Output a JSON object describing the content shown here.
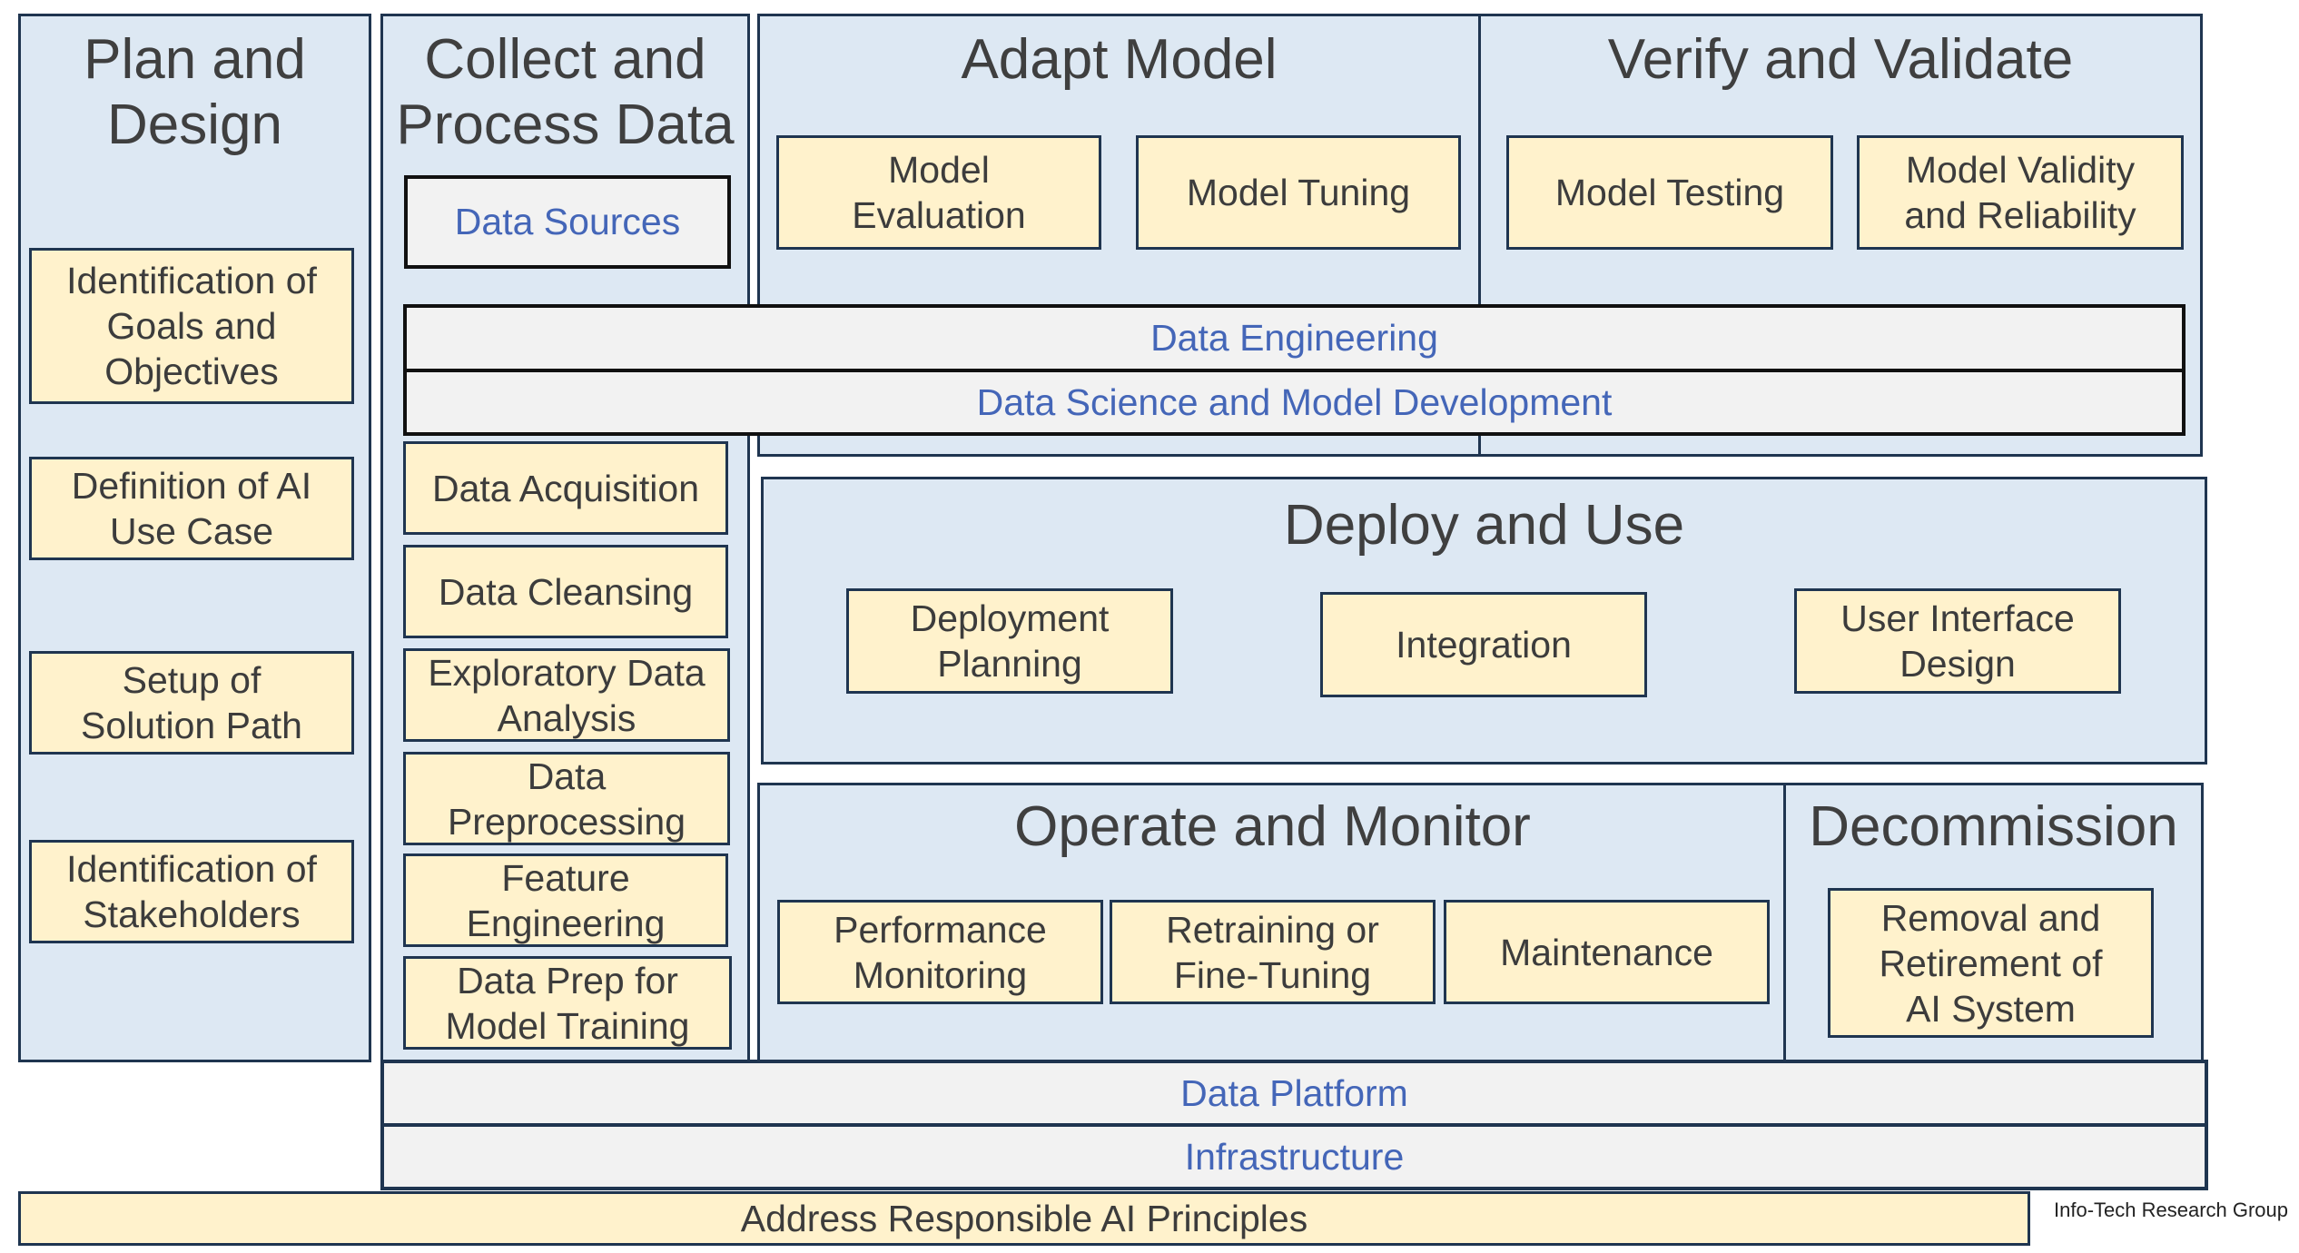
{
  "plan": {
    "title": "Plan and\nDesign",
    "items": [
      "Identification of\nGoals and\nObjectives",
      "Definition of AI\nUse Case",
      "Setup of\nSolution Path",
      "Identification of\nStakeholders"
    ]
  },
  "collect": {
    "title": "Collect and\nProcess Data",
    "sources": "Data Sources",
    "items": [
      "Data Acquisition",
      "Data Cleansing",
      "Exploratory Data\nAnalysis",
      "Data\nPreprocessing",
      "Feature\nEngineering",
      "Data Prep for\nModel Training"
    ]
  },
  "adapt": {
    "title": "Adapt Model",
    "items": [
      "Model\nEvaluation",
      "Model Tuning"
    ]
  },
  "verify": {
    "title": "Verify and Validate",
    "items": [
      "Model Testing",
      "Model Validity\nand Reliability"
    ]
  },
  "bars": {
    "data_engineering": "Data Engineering",
    "data_science": "Data Science and Model Development",
    "data_platform": "Data Platform",
    "infrastructure": "Infrastructure"
  },
  "deploy": {
    "title": "Deploy and Use",
    "items": [
      "Deployment\nPlanning",
      "Integration",
      "User Interface\nDesign"
    ]
  },
  "operate": {
    "title": "Operate and Monitor",
    "items": [
      "Performance\nMonitoring",
      "Retraining or\nFine-Tuning",
      "Maintenance"
    ]
  },
  "decommission": {
    "title": "Decommission",
    "items": [
      "Removal and\nRetirement of\nAI System"
    ]
  },
  "responsible": "Address Responsible AI Principles",
  "credit": "Info-Tech Research Group"
}
